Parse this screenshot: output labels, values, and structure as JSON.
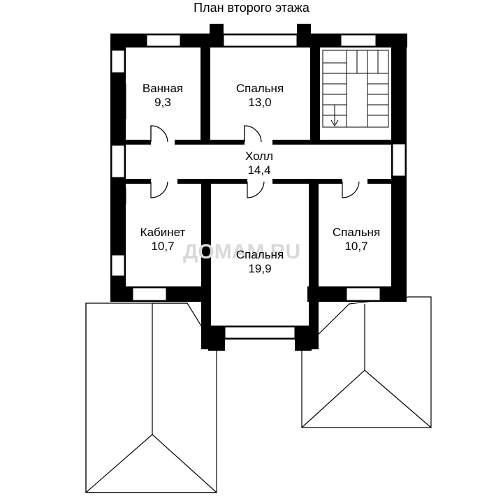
{
  "title": "План второго этажа",
  "watermark": "ДОМАМ.RU",
  "rooms": {
    "bathroom": {
      "name": "Ванная",
      "area": "9,3"
    },
    "bedroom_top": {
      "name": "Спальня",
      "area": "13,0"
    },
    "hall": {
      "name": "Холл",
      "area": "14,4"
    },
    "office": {
      "name": "Кабинет",
      "area": "10,7"
    },
    "bedroom_mid": {
      "name": "Спальня",
      "area": "19,9"
    },
    "bedroom_right": {
      "name": "Спальня",
      "area": "10,7"
    }
  },
  "colors": {
    "wall": "#000000",
    "line": "#000000",
    "background": "#ffffff",
    "watermark": "#d9d9d9"
  }
}
